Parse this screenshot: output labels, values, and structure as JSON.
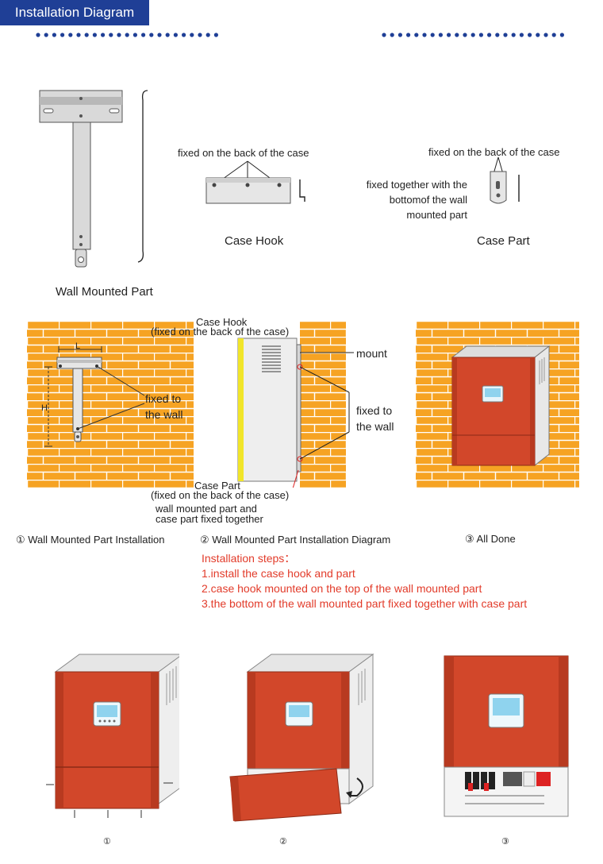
{
  "header": {
    "title": "Installation Diagram"
  },
  "parts": {
    "wall_mounted_part": "Wall Mounted Part",
    "case_hook": "Case Hook",
    "case_part": "Case Part",
    "hook_note": "fixed on the back of the case",
    "case_part_note": "fixed on the back of the case",
    "case_part_side_note": [
      "fixed together with the",
      "bottomof the wall",
      "mounted part"
    ]
  },
  "installation": {
    "panel1": {
      "fixed_to_wall": [
        "fixed to",
        "the wall"
      ],
      "dim_l": "L",
      "dim_h": "H",
      "caption": "① Wall Mounted Part Installation"
    },
    "panel2": {
      "case_hook": "Case Hook",
      "case_hook_note": "(fixed on the back of the case)",
      "mount": "mount",
      "fixed_to_wall": [
        "fixed to",
        "the wall"
      ],
      "case_part": "Case Part",
      "case_part_note": "(fixed on the back of the case)",
      "fixed_together": [
        "wall mounted part and",
        "case part fixed together"
      ],
      "caption": "②  Wall Mounted Part Installation Diagram"
    },
    "panel3": {
      "caption": "③ All Done"
    }
  },
  "steps": {
    "heading": "Installation steps：",
    "items": [
      "1.install the case hook and part",
      "2.case hook mounted on the top of the wall mounted part",
      "3.the bottom of the wall mounted part fixed together with case part"
    ]
  },
  "bottom": {
    "captions": [
      "①",
      "②",
      "③"
    ]
  },
  "colors": {
    "brand_blue": "#1f3f96",
    "brick": "#f6a323",
    "mortar": "#ffffff",
    "case_red": "#d2472a",
    "case_gray": "#eeeeee",
    "screen_blue": "#8fd3ee",
    "step_red": "#e23b2a"
  }
}
